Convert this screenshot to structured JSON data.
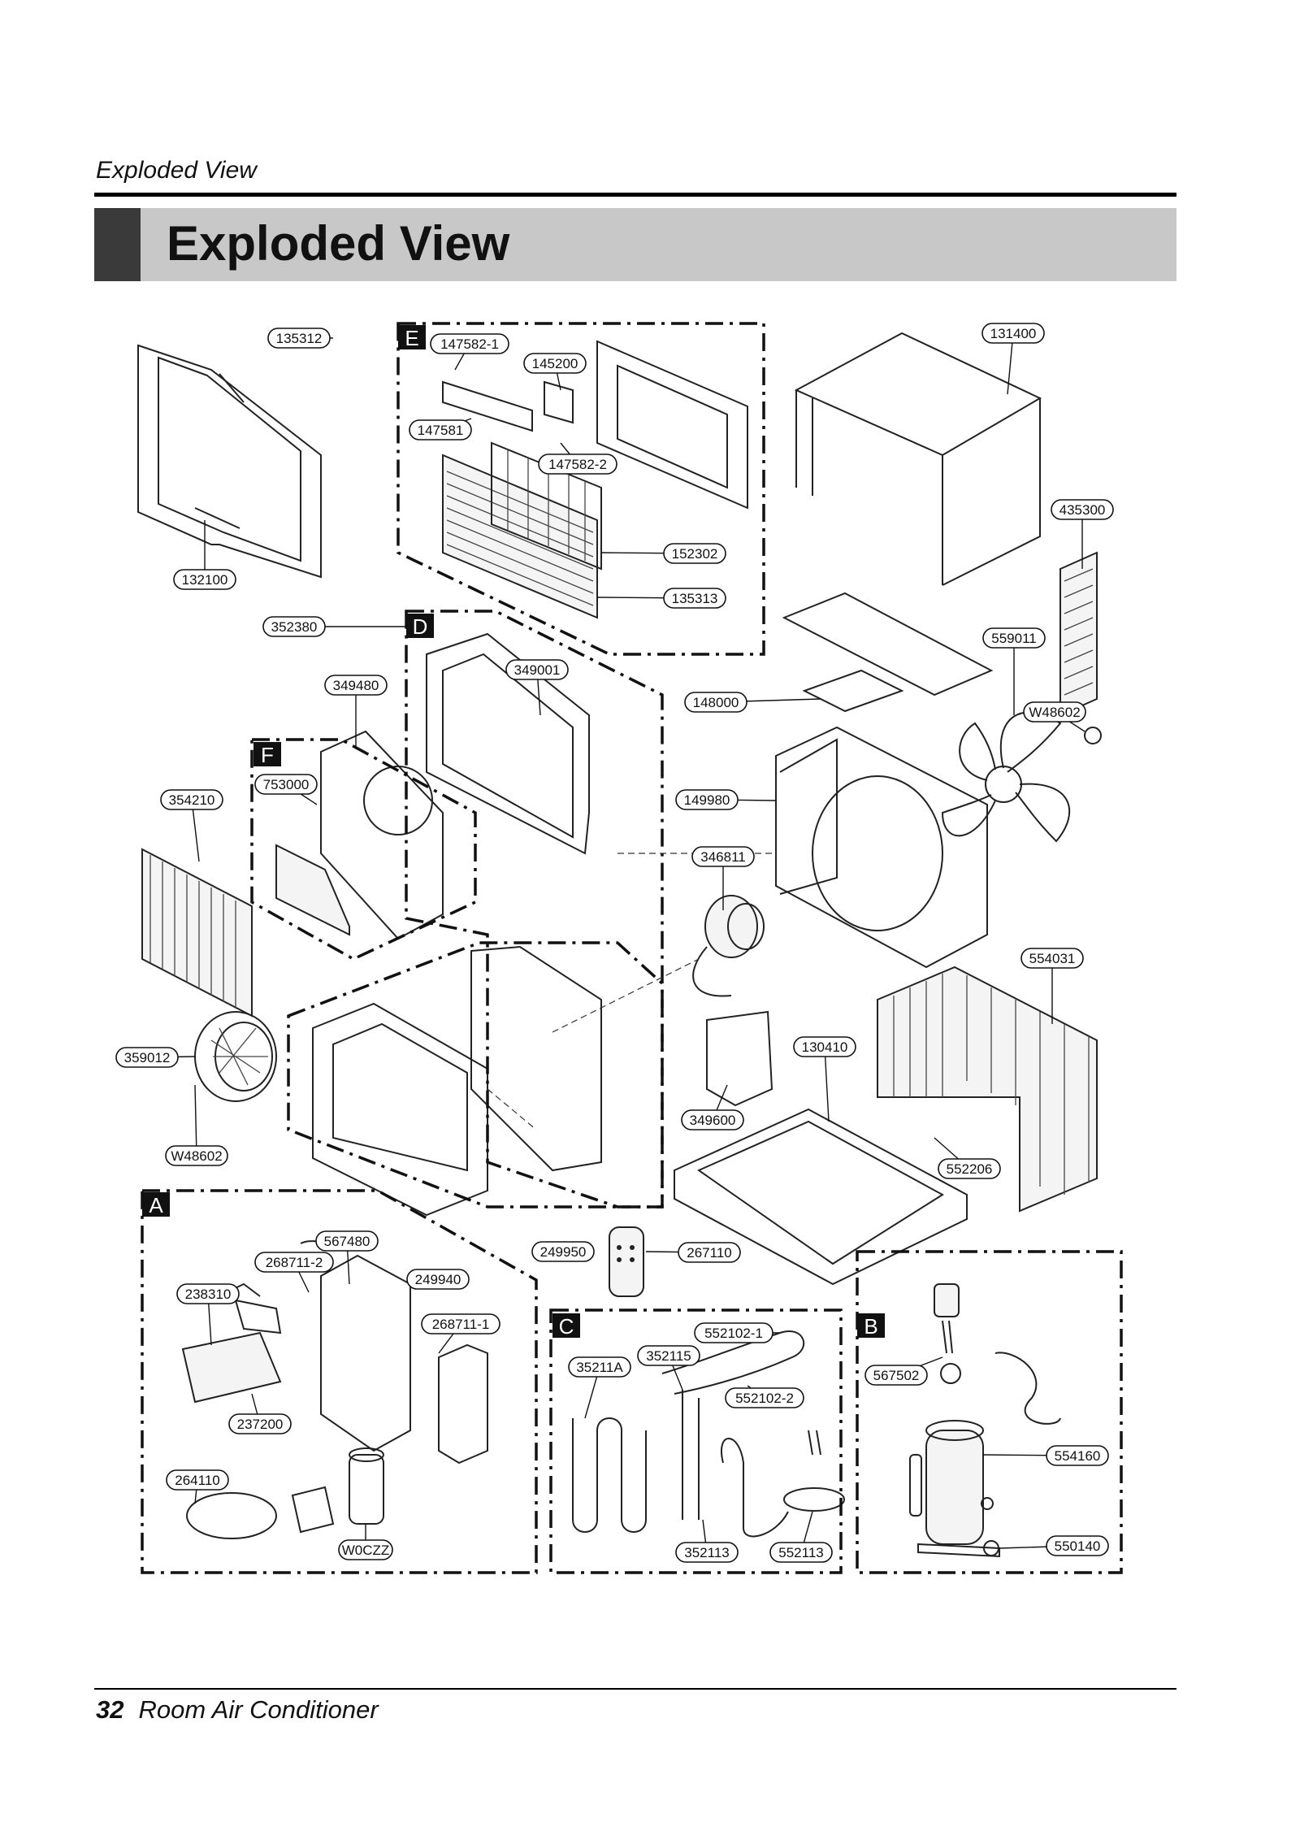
{
  "header": {
    "section": "Exploded View",
    "title": "Exploded View"
  },
  "footer": {
    "page": "32",
    "product": "Room Air Conditioner"
  },
  "sections": [
    "A",
    "B",
    "C",
    "D",
    "E",
    "F"
  ],
  "parts": [
    "135312",
    "147582-1",
    "145200",
    "147581",
    "147582-2",
    "152302",
    "135313",
    "132100",
    "131400",
    "435300",
    "559011",
    "W48602",
    "148000",
    "149980",
    "346811",
    "554031",
    "352380",
    "349001",
    "349480",
    "753000",
    "354210",
    "359012",
    "W48602",
    "349600",
    "130410",
    "552206",
    "567480",
    "268711-2",
    "249940",
    "238310",
    "268711-1",
    "237200",
    "264110",
    "W0CZZ",
    "249950",
    "267110",
    "552102-1",
    "352115",
    "35211A",
    "552102-2",
    "352113",
    "552113",
    "567502",
    "554160",
    "550140"
  ]
}
